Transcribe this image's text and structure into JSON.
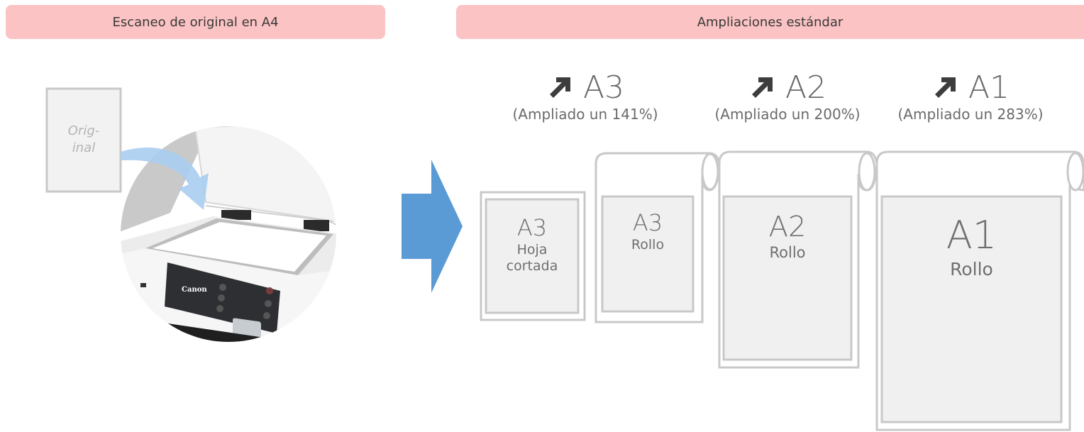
{
  "headers": {
    "left": "Escaneo de original en A4",
    "right": "Ampliaciones estándar"
  },
  "original": {
    "line1": "Orig-",
    "line2": "inal"
  },
  "scanner": {
    "brand": "Canon"
  },
  "enlargements": [
    {
      "size": "A3",
      "percent": "(Ampliado un 141%)"
    },
    {
      "size": "A2",
      "percent": "(Ampliado un 200%)"
    },
    {
      "size": "A1",
      "percent": "(Ampliado un 283%)"
    }
  ],
  "sheets": [
    {
      "size": "A3",
      "kind_line1": "Hoja",
      "kind_line2": "cortada"
    },
    {
      "size": "A3",
      "kind_line1": "Rollo"
    },
    {
      "size": "A2",
      "kind_line1": "Rollo"
    },
    {
      "size": "A1",
      "kind_line1": "Rollo"
    }
  ],
  "colors": {
    "header_bg": "#fbc3c3",
    "flow_arrow": "#5b9bd5",
    "sheet_border": "#c8c8c8",
    "sheet_fill": "#f0f0f0",
    "curved_arrow": "#a9cdef"
  }
}
